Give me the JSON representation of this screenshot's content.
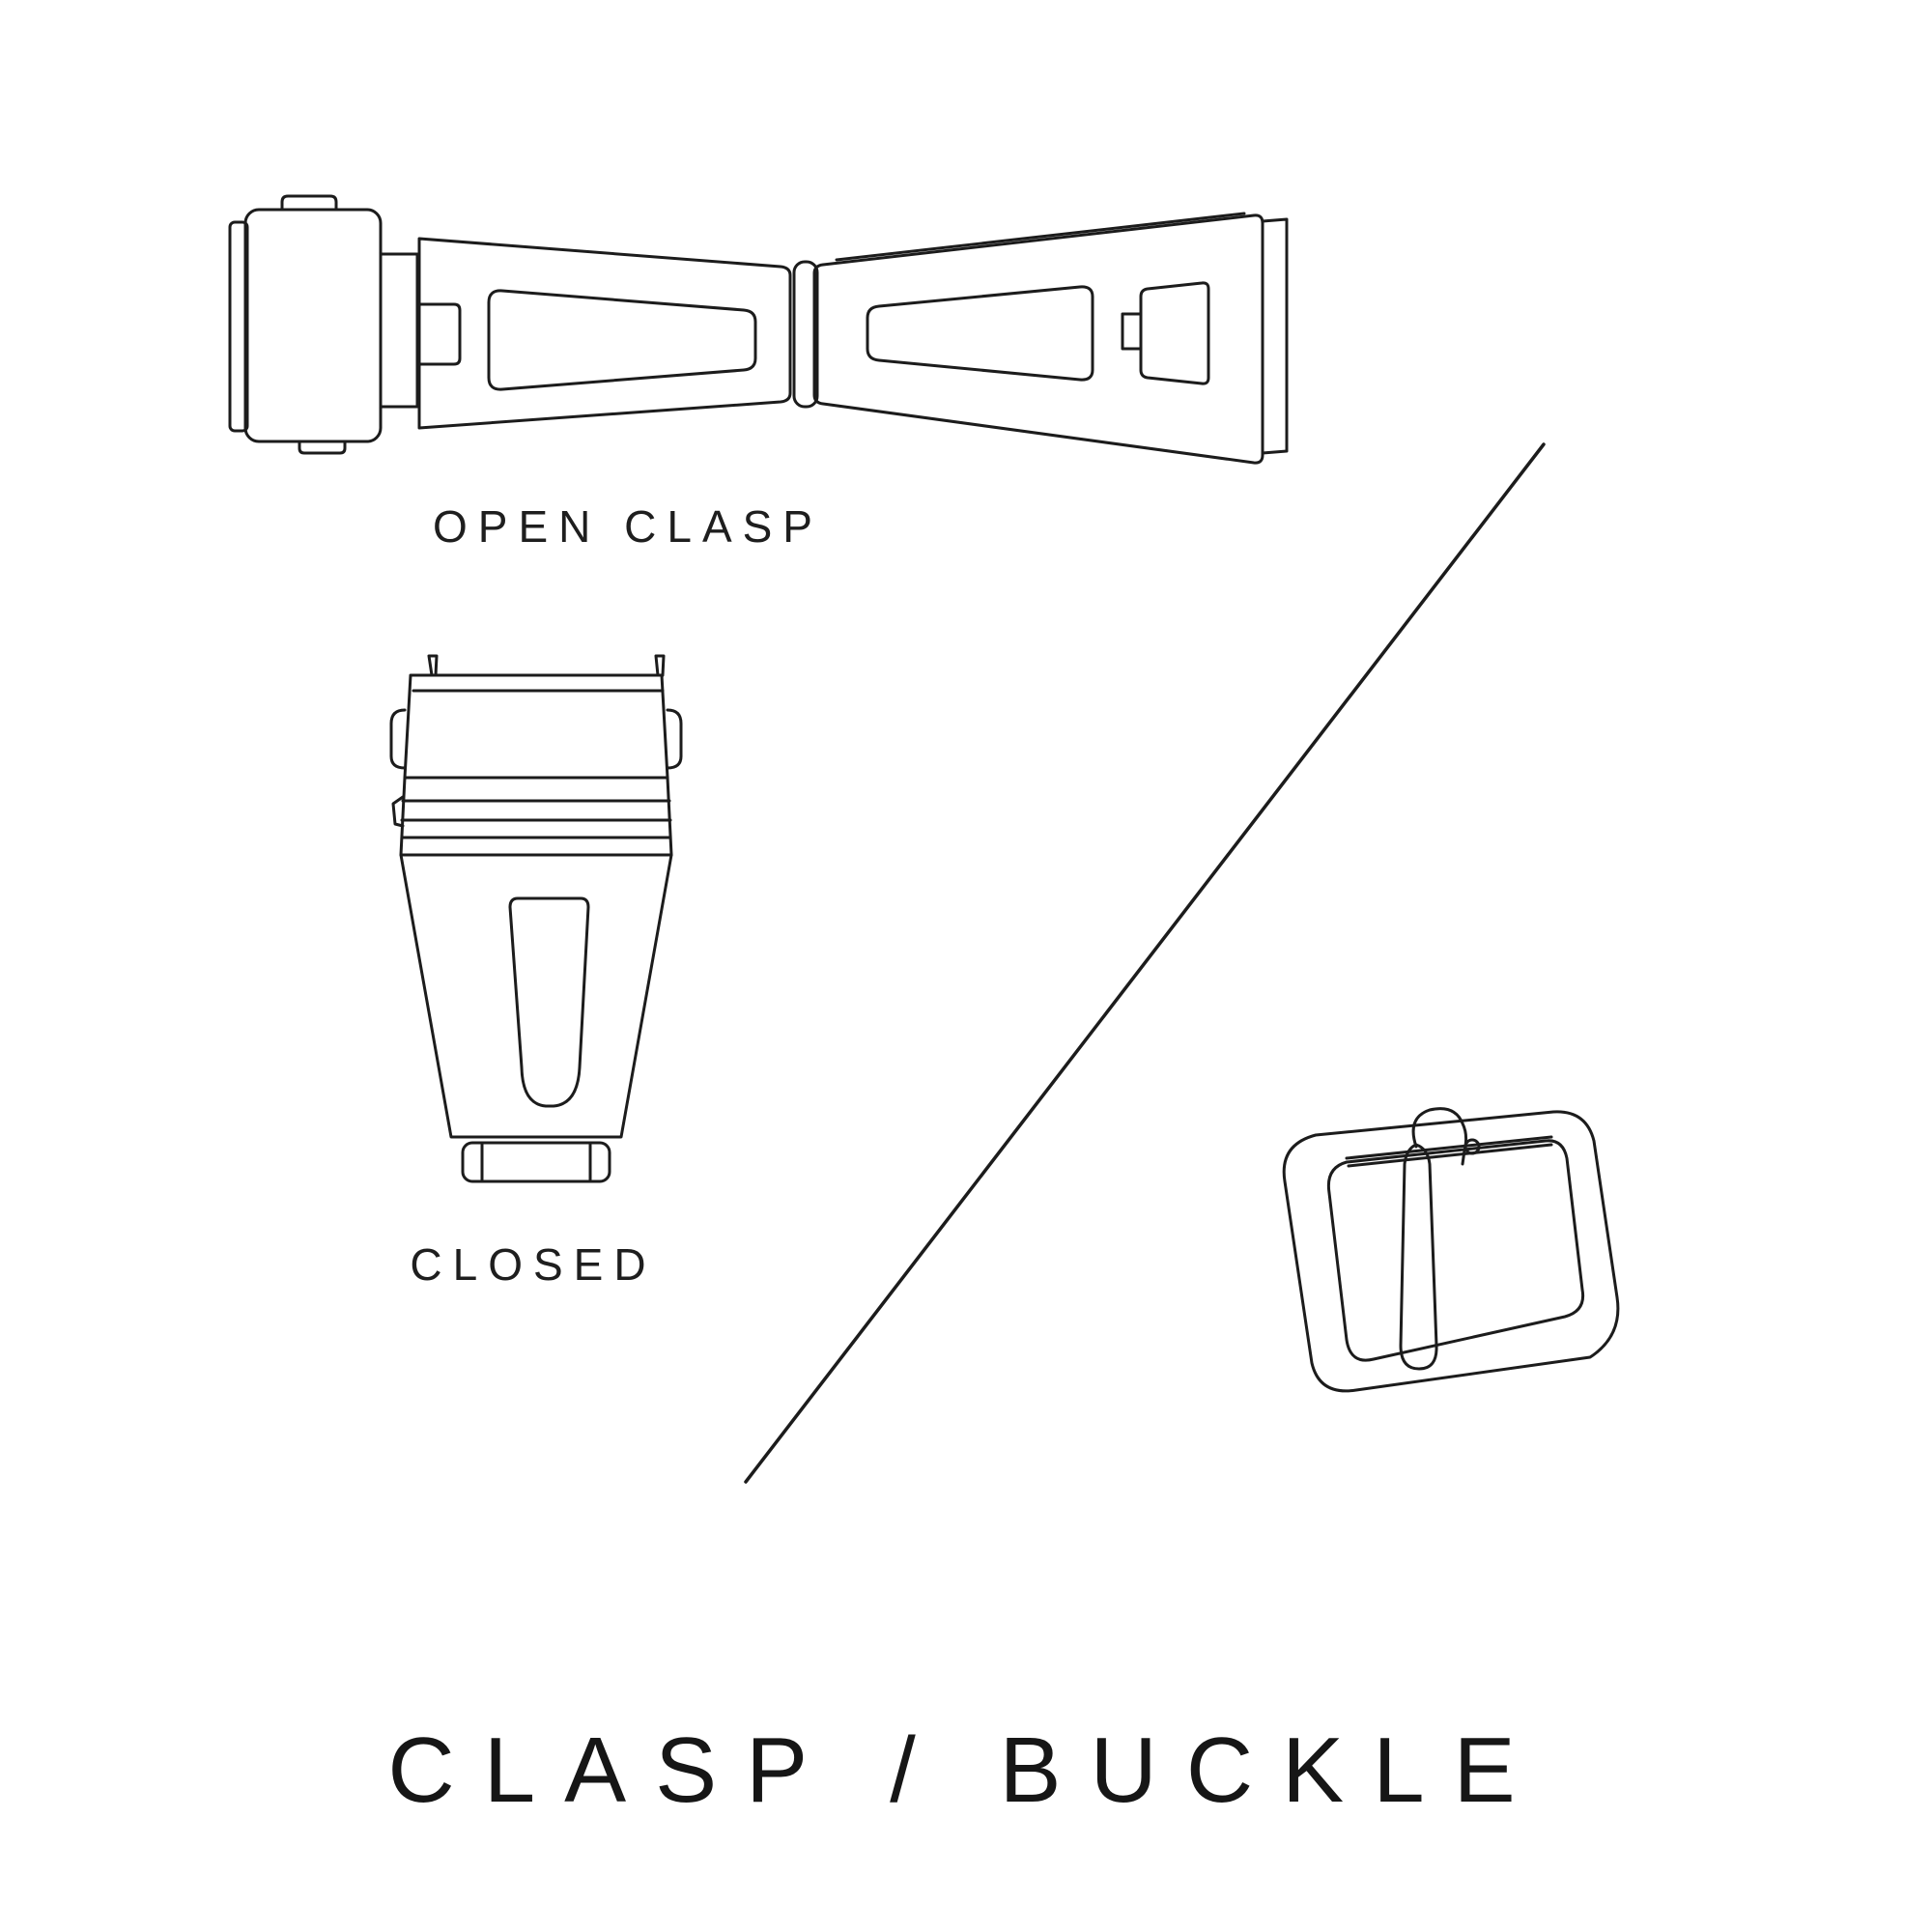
{
  "labels": {
    "open_clasp": "OPEN CLASP",
    "closed": "CLOSED"
  },
  "title": "CLASP / BUCKLE",
  "icons": {
    "open_clasp": "open-clasp-illustration",
    "closed_clasp": "closed-clasp-illustration",
    "buckle": "buckle-illustration",
    "divider": "diagonal-divider-line"
  },
  "colors": {
    "background": "#ffffff",
    "line": "#1c1c1c",
    "text": "#1e1e1e"
  }
}
